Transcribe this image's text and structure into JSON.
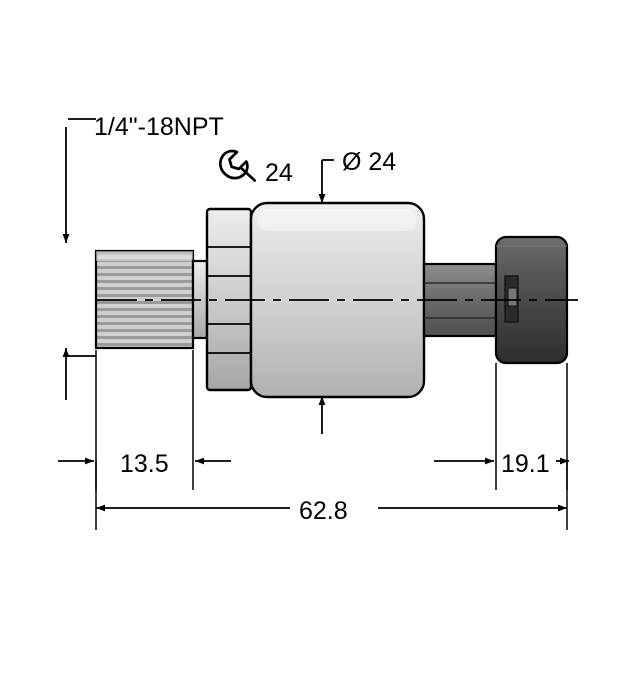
{
  "diagram": {
    "title": "Pressure sensor dimensional drawing",
    "labels": {
      "thread": "1/4\"-18NPT",
      "wrench_size": "24",
      "diameter": "Ø 24",
      "dim_thread_length": "13.5",
      "dim_connector_length": "19.1",
      "dim_total_length": "62.8"
    },
    "icons": {
      "wrench": "wrench-icon",
      "arrow": "arrow-icon",
      "centerline": "centerline-icon"
    },
    "colors": {
      "outline": "#000000",
      "body_light": "#d9d9d9",
      "body_mid": "#b3b3b3",
      "body_dark": "#4d4d4d",
      "thread_hatch": "#808080",
      "background": "#ffffff"
    }
  }
}
